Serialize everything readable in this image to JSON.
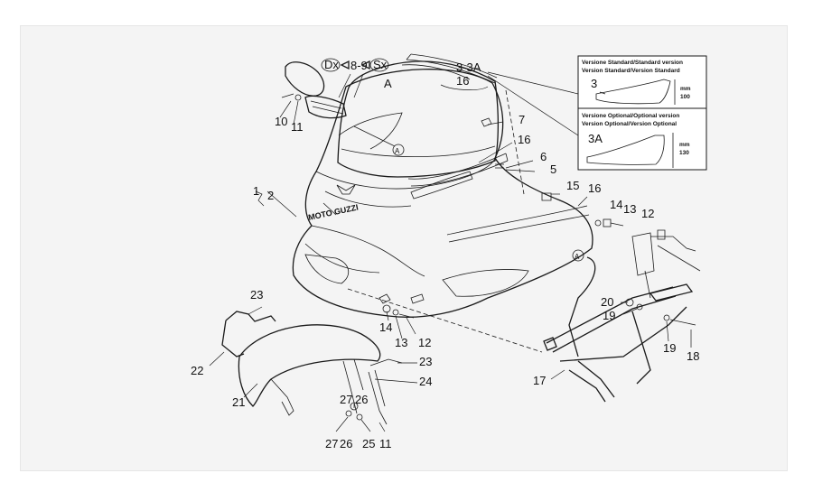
{
  "diagram": {
    "callouts": {
      "c1": "1",
      "c2": "2",
      "c3_3a": "3-3A",
      "c16_top": "16",
      "c7": "7",
      "c16_mid": "16",
      "c6": "6",
      "c5": "5",
      "c15": "15",
      "c16_right": "16",
      "c14_r": "14",
      "c13_r": "13",
      "c12_r": "12",
      "c10": "10",
      "c11_top": "11",
      "c23_top": "23",
      "c22": "22",
      "c21": "21",
      "c14_c": "14",
      "c13_c": "13",
      "c12_c": "12",
      "c23_mid": "23",
      "c24": "24",
      "c27_mid": "27",
      "c26_mid": "26",
      "c27_bot": "27",
      "c26_bot": "26",
      "c25": "25",
      "c11_bot": "11",
      "c20": "20",
      "c19_a": "19",
      "c19_b": "19",
      "c18": "18",
      "c17": "17",
      "mirror_ref": "8-9",
      "dx": "Dx",
      "sx": "Sx",
      "marker_a": "A",
      "logo_text": "MOTO GUZZI"
    },
    "inset_standard": {
      "title_line1": "Versione Standard/Standard version",
      "title_line2": "Version Standard/Version Standard",
      "part": "3",
      "dim_unit": "mm",
      "dim_value": "100"
    },
    "inset_optional": {
      "title_line1": "Versione Optional/Optional version",
      "title_line2": "Version Optional/Version Optional",
      "part": "3A",
      "dim_unit": "mm",
      "dim_value": "130"
    }
  }
}
